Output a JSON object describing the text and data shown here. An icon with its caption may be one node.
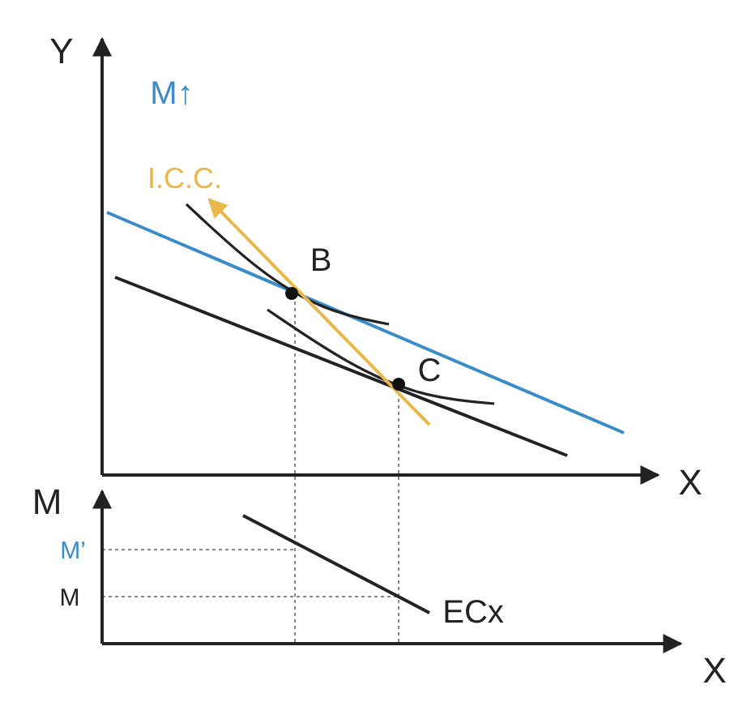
{
  "diagram": {
    "labels": [
      "Y",
      "M↑",
      "I.C.C.",
      "B",
      "C",
      "X",
      "M",
      "M’",
      "M",
      "ECx",
      "X"
    ]
  }
}
